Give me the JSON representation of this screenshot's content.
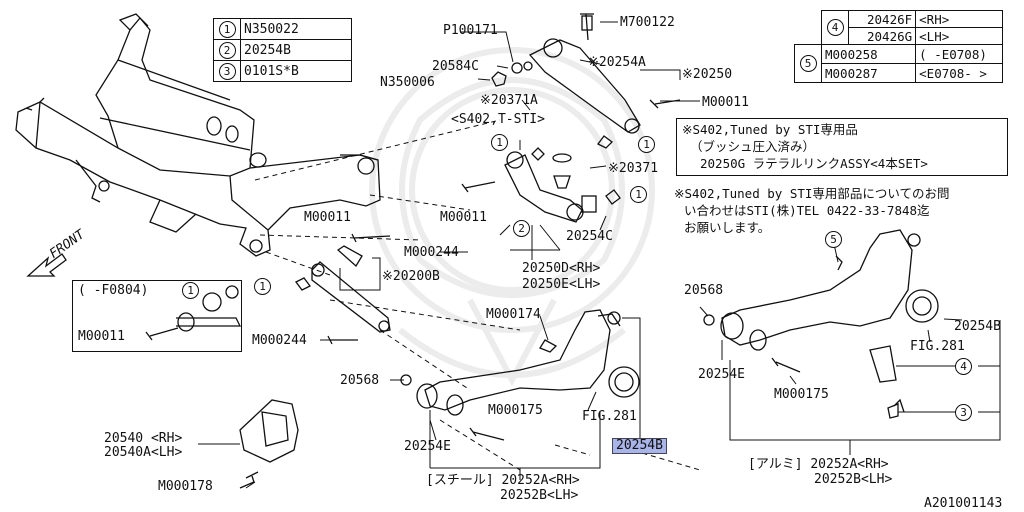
{
  "legend_left": [
    {
      "num": "1",
      "part": "N350022"
    },
    {
      "num": "2",
      "part": "20254B"
    },
    {
      "num": "3",
      "part": "0101S*B"
    }
  ],
  "legend_right": {
    "row4": {
      "num": "4",
      "parts": [
        {
          "code": "20426F",
          "side": "<RH>"
        },
        {
          "code": "20426G",
          "side": "<LH>"
        }
      ]
    },
    "row5": {
      "num": "5",
      "parts": [
        {
          "code": "M000258",
          "range": "(      -E0708)"
        },
        {
          "code": "M000287",
          "range": "<E0708-      >"
        }
      ]
    }
  },
  "notes": {
    "s402_box": [
      "※S402,Tuned by STI専用品",
      "（ブッシュ圧入済み）",
      "20250G ラテラルリンクASSY<4本SET>"
    ],
    "s402_inquiry": [
      "※S402,Tuned by STI専用部品についてのお問",
      "い合わせはSTI(株)TEL 0422-33-7848迄",
      "お願いします。"
    ]
  },
  "front_label": "FRONT",
  "inset": {
    "range": "(   -F0804)",
    "circle": "1",
    "bolt": "M00011"
  },
  "labels": {
    "p100171": "P100171",
    "m700122": "M700122",
    "c20584": "20584C",
    "n350006": "N350006",
    "a20254": "※20254A",
    "a20250": "※20250",
    "a20371": "※20371A",
    "s402": "<S402,T-STI>",
    "m00011_top": "M00011",
    "c20371": "※20371",
    "m00011_mid": "M00011",
    "c20254": "20254C",
    "m00011_left": "M00011",
    "m000244_mid": "M000244",
    "b20200": "※20200B",
    "d20250": "20250D<RH>",
    "e20250": "20250E<LH>",
    "m000244_bot": "M000244",
    "m000174": "M000174",
    "s20568_left": "20568",
    "m000175_left": "M000175",
    "fig281_left": "FIG.281",
    "b20254_hl": "20254B",
    "e20254_left": "20254E",
    "rh20540": "20540 <RH>",
    "lh20540": "20540A<LH>",
    "m000178": "M000178",
    "steel": "[スチール] 20252A<RH>",
    "steel_lh": "20252B<LH>",
    "s20568_right": "20568",
    "e20254_right": "20254E",
    "m000175_right": "M000175",
    "fig281_right": "FIG.281",
    "b20254_right": "20254B",
    "alu": "[アルミ] 20252A<RH>",
    "alu_lh": "20252B<LH>",
    "diagram_id": "A201001143"
  },
  "callout_circles": {
    "c1a": "1",
    "c1b": "1",
    "c1c": "1",
    "c1d": "1",
    "c2": "2",
    "c5": "5",
    "c4": "4",
    "c3": "3"
  }
}
